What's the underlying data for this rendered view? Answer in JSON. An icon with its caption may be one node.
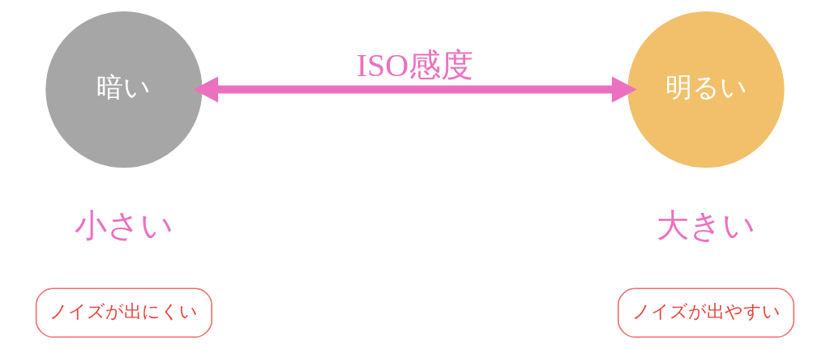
{
  "diagram": {
    "nodes": [
      {
        "text": [
          "暗い"
        ]
      },
      {
        "text": [
          "明るい"
        ]
      },
      {
        "text": [
          "ノイズが出にくい"
        ]
      },
      {
        "text": [
          "ノイズが出やすい"
        ]
      }
    ],
    "edges": [
      {
        "from": 0,
        "to": 1,
        "arrow": "both",
        "label": "ISO感度"
      }
    ],
    "labels": [
      "小さい",
      "大きい"
    ]
  }
}
